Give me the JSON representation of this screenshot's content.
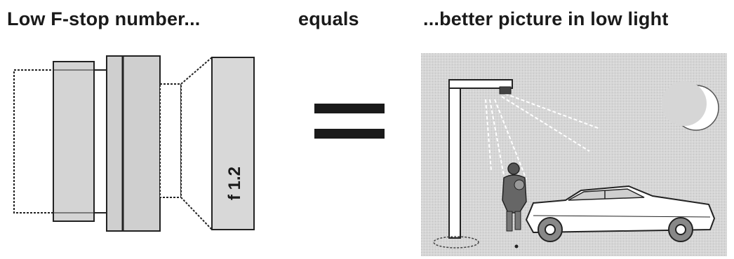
{
  "captions": {
    "left": "Low F-stop number...",
    "middle": "equals",
    "right": "...better picture in low light"
  },
  "lens": {
    "f_number_label": "f 1.2"
  },
  "colors": {
    "ink": "#1a1a1a",
    "lens_light": "#dcdcdc",
    "lens_mid": "#c4c4c4",
    "scene_bg": "#d8d8d8"
  }
}
